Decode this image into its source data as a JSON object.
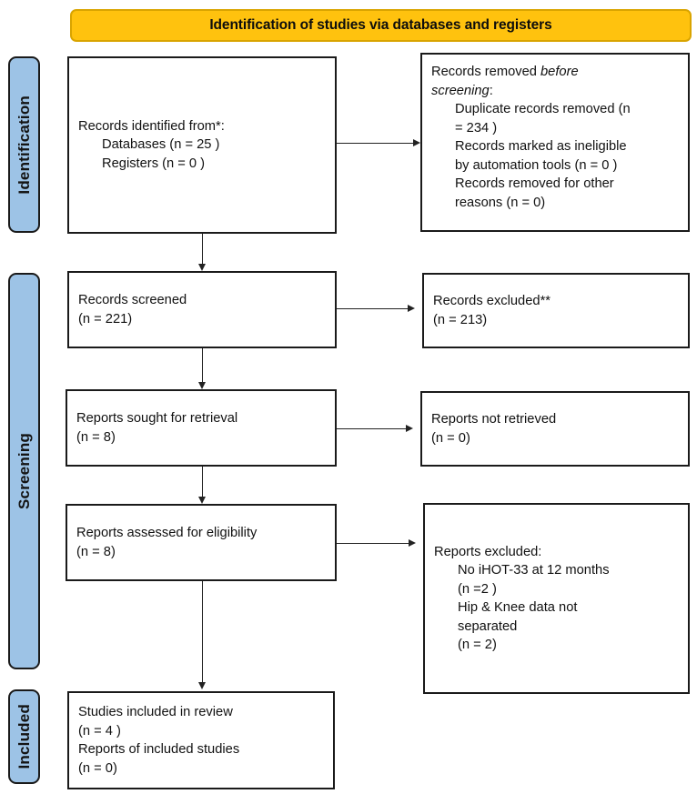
{
  "banner": {
    "title": "Identification of studies via databases and registers"
  },
  "phases": [
    {
      "key": "identification",
      "label": "Identification"
    },
    {
      "key": "screening",
      "label": "Screening"
    },
    {
      "key": "included",
      "label": "Included"
    }
  ],
  "boxes": {
    "identified": {
      "lines": [
        {
          "text": "Records identified from*:",
          "indent": false
        },
        {
          "text": "Databases (n = 25 )",
          "indent": true
        },
        {
          "text": "Registers (n = 0 )",
          "indent": true
        }
      ]
    },
    "removed_before_screening": {
      "lines": [
        {
          "text": "Records removed ",
          "indent": false,
          "italic_tail": "before"
        },
        {
          "text": "",
          "indent": false,
          "italic_lead": "screening",
          "tail": ":"
        },
        {
          "text": "Duplicate records removed  (n",
          "indent": true
        },
        {
          "text": "= 234 )",
          "indent": true
        },
        {
          "text": "Records marked as ineligible",
          "indent": true
        },
        {
          "text": "by automation tools (n = 0 )",
          "indent": true
        },
        {
          "text": "Records removed for other",
          "indent": true
        },
        {
          "text": "reasons (n = 0)",
          "indent": true
        }
      ]
    },
    "records_screened": {
      "lines": [
        {
          "text": "Records screened",
          "indent": false
        },
        {
          "text": "(n = 221)",
          "indent": false
        }
      ]
    },
    "records_excluded": {
      "lines": [
        {
          "text": "Records excluded**",
          "indent": false
        },
        {
          "text": "(n = 213)",
          "indent": false
        }
      ]
    },
    "reports_sought": {
      "lines": [
        {
          "text": "Reports sought for retrieval",
          "indent": false
        },
        {
          "text": "(n = 8)",
          "indent": false
        }
      ]
    },
    "reports_not_retrieved": {
      "lines": [
        {
          "text": "Reports not retrieved",
          "indent": false
        },
        {
          "text": "(n = 0)",
          "indent": false
        }
      ]
    },
    "reports_assessed": {
      "lines": [
        {
          "text": "Reports assessed for eligibility",
          "indent": false
        },
        {
          "text": "(n = 8)",
          "indent": false
        }
      ]
    },
    "reports_excluded": {
      "lines": [
        {
          "text": "Reports excluded:",
          "indent": false
        },
        {
          "text": "No iHOT-33 at 12 months",
          "indent": true
        },
        {
          "text": "(n =2 )",
          "indent": true
        },
        {
          "text": "Hip &  Knee data not",
          "indent": true
        },
        {
          "text": "separated",
          "indent": true
        },
        {
          "text": "(n = 2)",
          "indent": true
        }
      ]
    },
    "studies_included": {
      "lines": [
        {
          "text": "Studies included in review",
          "indent": false
        },
        {
          "text": "(n = 4 )",
          "indent": false
        },
        {
          "text": "Reports of included studies",
          "indent": false
        },
        {
          "text": "(n = 0)",
          "indent": false
        }
      ]
    }
  },
  "colors": {
    "banner_fill": "#FFC20E",
    "phase_fill": "#9DC3E6",
    "box_stroke": "#1a1a1a",
    "connector": "#222222",
    "text": "#111111",
    "background": "#ffffff"
  },
  "flow": {
    "type": "prisma-flow-diagram",
    "nodes": [
      {
        "id": "identified",
        "column": "left",
        "n_databases": 25,
        "n_registers": 0
      },
      {
        "id": "removed_before_screening",
        "column": "right",
        "n_duplicates": 234,
        "n_ineligible_automation": 0,
        "n_other_reasons": 0
      },
      {
        "id": "records_screened",
        "column": "left",
        "n": 221
      },
      {
        "id": "records_excluded",
        "column": "right",
        "n": 213
      },
      {
        "id": "reports_sought",
        "column": "left",
        "n": 8
      },
      {
        "id": "reports_not_retrieved",
        "column": "right",
        "n": 0
      },
      {
        "id": "reports_assessed",
        "column": "left",
        "n": 8
      },
      {
        "id": "reports_excluded",
        "column": "right",
        "n_no_ihot33": 2,
        "n_hip_knee_not_separated": 2
      },
      {
        "id": "studies_included",
        "column": "left",
        "n_studies": 4,
        "n_reports": 0
      }
    ],
    "edges": [
      {
        "from": "identified",
        "to": "removed_before_screening",
        "direction": "right"
      },
      {
        "from": "identified",
        "to": "records_screened",
        "direction": "down"
      },
      {
        "from": "records_screened",
        "to": "records_excluded",
        "direction": "right"
      },
      {
        "from": "records_screened",
        "to": "reports_sought",
        "direction": "down"
      },
      {
        "from": "reports_sought",
        "to": "reports_not_retrieved",
        "direction": "right"
      },
      {
        "from": "reports_sought",
        "to": "reports_assessed",
        "direction": "down"
      },
      {
        "from": "reports_assessed",
        "to": "reports_excluded",
        "direction": "right"
      },
      {
        "from": "reports_assessed",
        "to": "studies_included",
        "direction": "down"
      }
    ]
  }
}
